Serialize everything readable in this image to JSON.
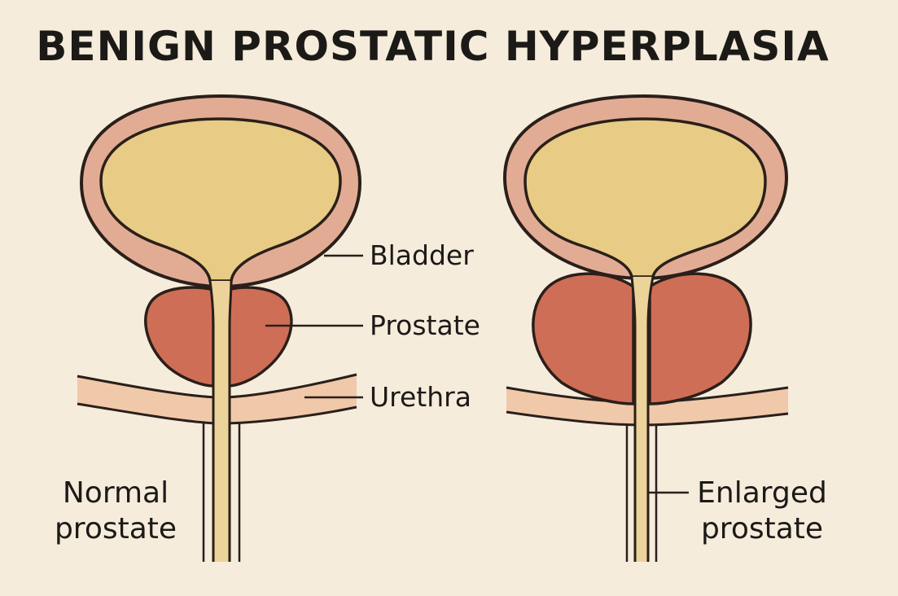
{
  "title": "BENIGN PROSTATIC HYPERPLASIA",
  "labels": {
    "bladder": "Bladder",
    "prostate": "Prostate",
    "urethra": "Urethra"
  },
  "captions": {
    "normal_line1": "Normal",
    "normal_line2": "prostate",
    "enlarged_line1": "Enlarged",
    "enlarged_line2": "prostate"
  },
  "colors": {
    "background": "#f6ecdc",
    "bladder_wall": "#e2ac94",
    "bladder_lumen": "#e8cb84",
    "prostate": "#cf6e56",
    "urethra": "#ecd39a",
    "muscle_band": "#f0c9aa",
    "outline": "#2a1f1a"
  }
}
